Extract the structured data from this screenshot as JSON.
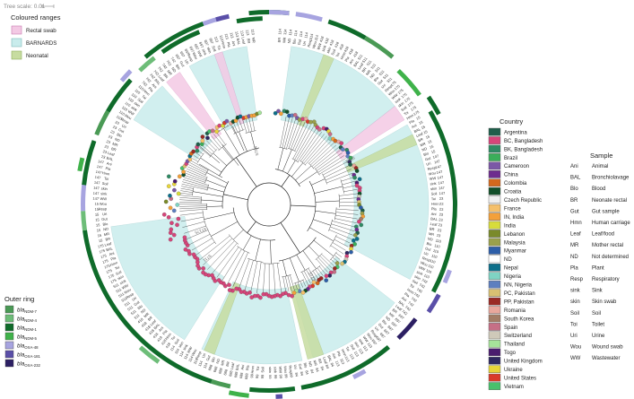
{
  "tree_scale": {
    "label": "Tree scale: 0.01"
  },
  "coloured_ranges": {
    "title": "Coloured ranges",
    "items": [
      {
        "label": "Rectal swab",
        "fill": "#f3c9e4",
        "stroke": "#c77ab0"
      },
      {
        "label": "BARNARDS",
        "fill": "#c9ecec",
        "stroke": "#7fb8b8"
      },
      {
        "label": "Neonatal",
        "fill": "#c7dca0",
        "stroke": "#8cae5a"
      }
    ]
  },
  "outer_ring": {
    "title": "Outer ring",
    "items": [
      {
        "prefix": "bla",
        "sub": "NDM-7",
        "color": "#4a9a55"
      },
      {
        "prefix": "bla",
        "sub": "NDM-4",
        "color": "#6dbd78"
      },
      {
        "prefix": "bla",
        "sub": "NDM-1",
        "color": "#0f6b2a"
      },
      {
        "prefix": "bla",
        "sub": "NDM-5",
        "color": "#3fb24a"
      },
      {
        "prefix": "bla",
        "sub": "OXA-48",
        "color": "#a7a4e0"
      },
      {
        "prefix": "bla",
        "sub": "OXA-181",
        "color": "#5a4fa8"
      },
      {
        "prefix": "bla",
        "sub": "OXA-232",
        "color": "#2c1f63"
      }
    ]
  },
  "country_legend": {
    "title": "Country",
    "items": [
      {
        "label": "Argentina",
        "color": "#1f5e4b"
      },
      {
        "label": "BC, Bangladesh",
        "color": "#d6457a"
      },
      {
        "label": "BK, Bangladesh",
        "color": "#2f8a64"
      },
      {
        "label": "Brazil",
        "color": "#3aae5a"
      },
      {
        "label": "Cameroon",
        "color": "#7b58a6"
      },
      {
        "label": "China",
        "color": "#6e2c8e"
      },
      {
        "label": "Colombia",
        "color": "#d4681e"
      },
      {
        "label": "Croatia",
        "color": "#134f2a"
      },
      {
        "label": "Czech Republic",
        "color": "#f0f0f0"
      },
      {
        "label": "France",
        "color": "#f5c06b"
      },
      {
        "label": "IN, India",
        "color": "#f3a03a"
      },
      {
        "label": "India",
        "color": "#d7dc3c"
      },
      {
        "label": "Lebanon",
        "color": "#7a8a2a"
      },
      {
        "label": "Malaysia",
        "color": "#9aa04c"
      },
      {
        "label": "Myanmar",
        "color": "#2d5ea8"
      },
      {
        "label": "ND",
        "color": "#ffffff"
      },
      {
        "label": "Nepal",
        "color": "#0d6f8a"
      },
      {
        "label": "Nigeria",
        "color": "#7fd3c3"
      },
      {
        "label": "NN, Nigeria",
        "color": "#5d7fbf"
      },
      {
        "label": "PC, Pakistan",
        "color": "#d9c072"
      },
      {
        "label": "PP, Pakistan",
        "color": "#9a2a24"
      },
      {
        "label": "Romania",
        "color": "#e9a79c"
      },
      {
        "label": "South Korea",
        "color": "#a37c66"
      },
      {
        "label": "Spain",
        "color": "#c66f86"
      },
      {
        "label": "Switzerland",
        "color": "#cfc9b9"
      },
      {
        "label": "Thailand",
        "color": "#a6e29a"
      },
      {
        "label": "Togo",
        "color": "#4a1d6e"
      },
      {
        "label": "United Kingdom",
        "color": "#2e2860"
      },
      {
        "label": "Ukraine",
        "color": "#e7d53a"
      },
      {
        "label": "United States",
        "color": "#d93b2b"
      },
      {
        "label": "Vietnam",
        "color": "#49c06c"
      }
    ]
  },
  "sample_legend": {
    "title": "Sample",
    "items": [
      {
        "code": "Ani",
        "desc": "Animal"
      },
      {
        "code": "BAL",
        "desc": "Bronchiolavage"
      },
      {
        "code": "Blo",
        "desc": "Blood"
      },
      {
        "code": "BR",
        "desc": "Neonate rectal"
      },
      {
        "code": "Gut",
        "desc": "Gut sample"
      },
      {
        "code": "Hmn",
        "desc": "Human carriage"
      },
      {
        "code": "Leaf",
        "desc": "Leaf/food"
      },
      {
        "code": "MR",
        "desc": "Mother rectal"
      },
      {
        "code": "ND",
        "desc": "Not determined"
      },
      {
        "code": "Pla",
        "desc": "Plant"
      },
      {
        "code": "Resp",
        "desc": "Respiratory"
      },
      {
        "code": "sink",
        "desc": "Sink"
      },
      {
        "code": "skin",
        "desc": "Skin swab"
      },
      {
        "code": "Soil",
        "desc": "Soil"
      },
      {
        "code": "Toi",
        "desc": "Toilet"
      },
      {
        "code": "Uri",
        "desc": "Urine"
      },
      {
        "code": "Wou",
        "desc": "Wound swab"
      },
      {
        "code": "WW",
        "desc": "Wastewater"
      }
    ]
  },
  "clade_labels": [
    "ST84",
    "ST15",
    "ST11",
    "ST175",
    "ST23"
  ],
  "leaf_labels": {
    "sample_codes": [
      "BR",
      "MR",
      "ND",
      "Blo",
      "Gut",
      "Uri",
      "Resp",
      "Wou",
      "WW",
      "sink",
      "skin",
      "Soil",
      "Toi",
      "Hmn",
      "Pla",
      "Ani",
      "BAL",
      "Leaf"
    ],
    "st_codes": [
      "114",
      "418",
      "511",
      "175",
      "15",
      "147",
      "23",
      "110",
      "742",
      "697",
      "113",
      "84",
      "99",
      "688"
    ]
  }
}
